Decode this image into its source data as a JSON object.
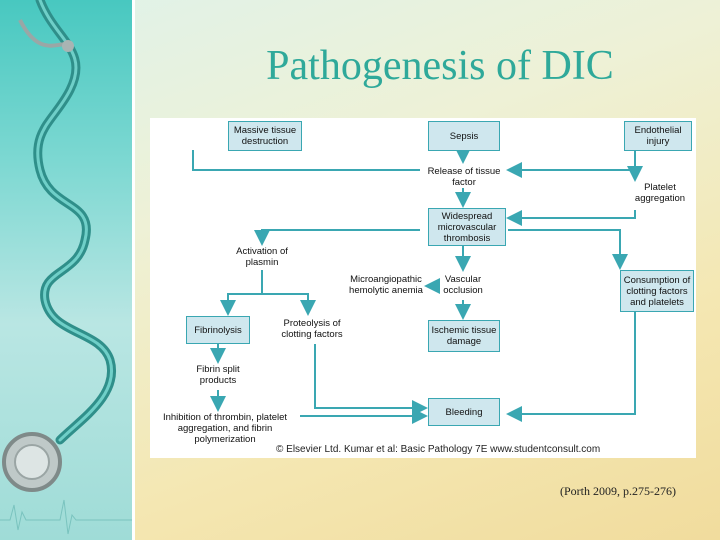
{
  "slide": {
    "title": "Pathogenesis of DIC",
    "citation": "(Porth 2009, p.275-276)"
  },
  "diagram": {
    "boxes": {
      "massive_tissue": "Massive tissue destruction",
      "sepsis": "Sepsis",
      "endothelial": "Endothelial injury",
      "widespread": "Widespread microvascular thrombosis",
      "consumption": "Consumption of clotting factors and platelets",
      "fibrinolysis": "Fibrinolysis",
      "ischemic": "Ischemic tissue damage",
      "bleeding": "Bleeding"
    },
    "labels": {
      "release_tissue_factor": "Release of tissue factor",
      "platelet_aggregation": "Platelet aggregation",
      "activation_plasmin": "Activation of plasmin",
      "microangiopathic": "Microangiopathic hemolytic anemia",
      "vascular_occlusion": "Vascular occlusion",
      "proteolysis": "Proteolysis of clotting factors",
      "fibrin_split": "Fibrin split products",
      "inhibition": "Inhibition of thrombin, platelet aggregation, and fibrin polymerization"
    },
    "credit": "© Elsevier Ltd. Kumar et al: Basic Pathology 7E www.studentconsult.com"
  },
  "colors": {
    "accent": "#2fa99a",
    "arrow": "#3aa7b2",
    "box_fill": "#cfe7ee"
  },
  "icons": [
    "stethoscope-icon"
  ]
}
